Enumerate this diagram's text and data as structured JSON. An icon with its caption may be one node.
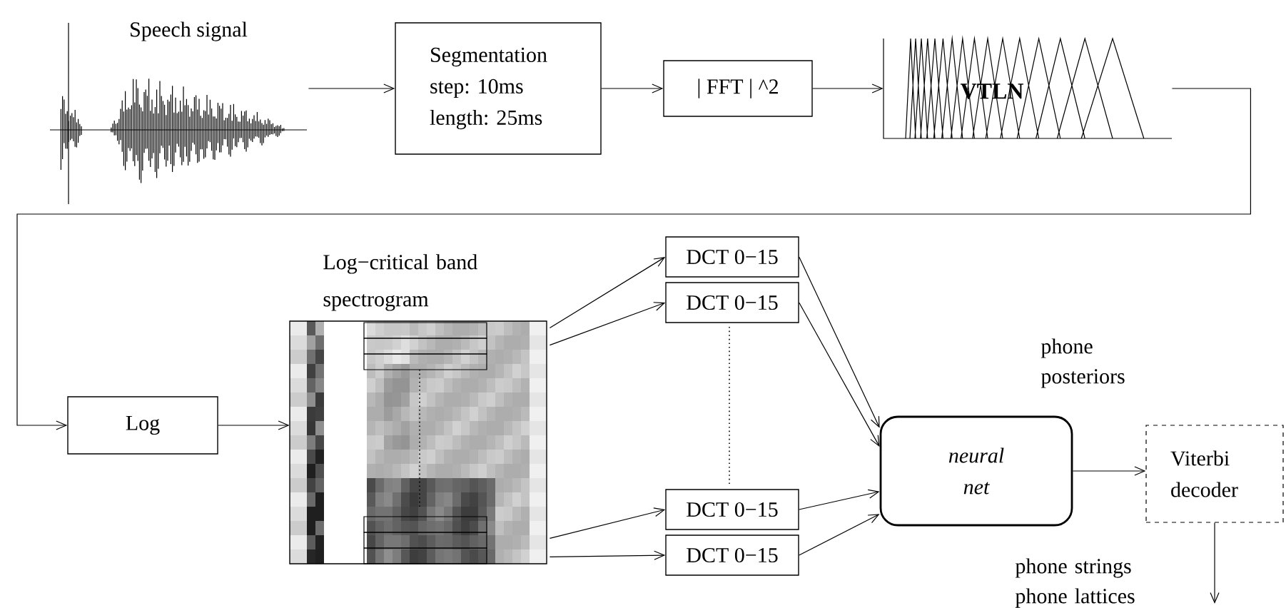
{
  "diagram": {
    "nodes": [
      {
        "text": [
          "Speech signal"
        ]
      },
      {
        "text": [
          "Segmentation step: 10ms length: 25ms"
        ]
      },
      {
        "text": [
          "| FFT | ^2"
        ]
      },
      {
        "text": [
          "VTLN"
        ]
      },
      {
        "text": [
          "Log"
        ]
      },
      {
        "text": [
          "Log−critical band spectrogram"
        ]
      },
      {
        "text": [
          "DCT 0−15"
        ]
      },
      {
        "text": [
          "DCT 0−15"
        ]
      },
      {
        "text": [
          "DCT 0−15"
        ]
      },
      {
        "text": [
          "DCT 0−15"
        ]
      },
      {
        "text": [
          "neural net"
        ]
      },
      {
        "text": [
          "Viterbi decoder"
        ]
      }
    ],
    "edges": [
      {
        "from": 0,
        "to": 1,
        "arrow": "to"
      },
      {
        "from": 1,
        "to": 2,
        "arrow": "to"
      },
      {
        "from": 2,
        "to": 3,
        "arrow": "to"
      },
      {
        "from": 3,
        "to": 4,
        "arrow": "to"
      },
      {
        "from": 4,
        "to": 5,
        "arrow": "to"
      },
      {
        "from": 5,
        "to": 6,
        "arrow": "to"
      },
      {
        "from": 5,
        "to": 7,
        "arrow": "to"
      },
      {
        "from": 5,
        "to": 8,
        "arrow": "to"
      },
      {
        "from": 5,
        "to": 9,
        "arrow": "to"
      },
      {
        "from": 6,
        "to": 10,
        "arrow": "to"
      },
      {
        "from": 7,
        "to": 10,
        "arrow": "to"
      },
      {
        "from": 8,
        "to": 10,
        "arrow": "to"
      },
      {
        "from": 9,
        "to": 10,
        "arrow": "to"
      },
      {
        "from": 10,
        "to": 11,
        "arrow": "to",
        "label": "phone posteriors"
      },
      {
        "from": 11,
        "to": null,
        "arrow": "to",
        "label": "phone strings phone lattices"
      }
    ]
  }
}
